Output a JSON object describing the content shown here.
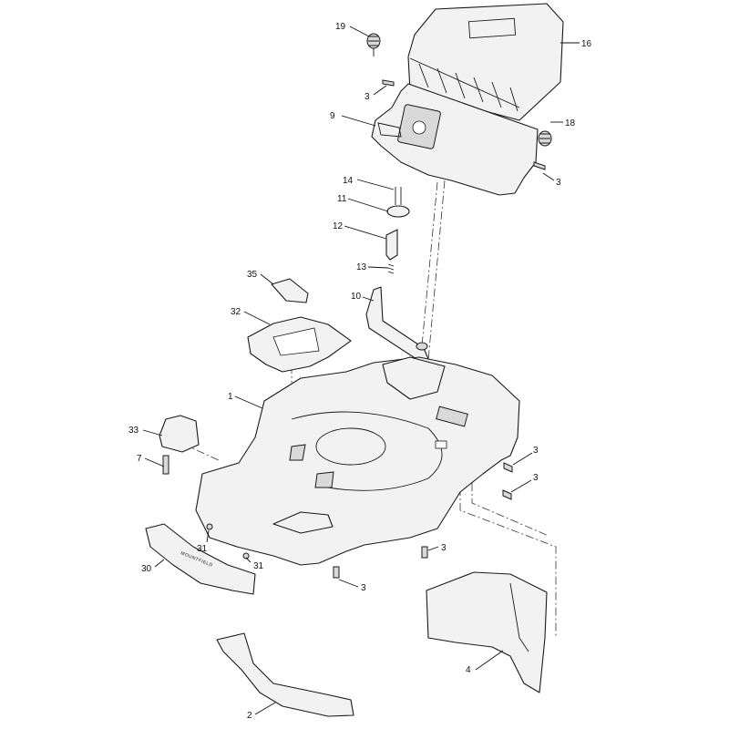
{
  "callouts": [
    {
      "id": "c19",
      "label": "19"
    },
    {
      "id": "c16",
      "label": "16"
    },
    {
      "id": "c3a",
      "label": "3"
    },
    {
      "id": "c9",
      "label": "9"
    },
    {
      "id": "c18",
      "label": "18"
    },
    {
      "id": "c3b",
      "label": "3"
    },
    {
      "id": "c14",
      "label": "14"
    },
    {
      "id": "c11",
      "label": "11"
    },
    {
      "id": "c12",
      "label": "12"
    },
    {
      "id": "c13",
      "label": "13"
    },
    {
      "id": "c35",
      "label": "35"
    },
    {
      "id": "c10",
      "label": "10"
    },
    {
      "id": "c32",
      "label": "32"
    },
    {
      "id": "c1",
      "label": "1"
    },
    {
      "id": "c33",
      "label": "33"
    },
    {
      "id": "c7",
      "label": "7"
    },
    {
      "id": "c3c",
      "label": "3"
    },
    {
      "id": "c3d",
      "label": "3"
    },
    {
      "id": "c31a",
      "label": "31"
    },
    {
      "id": "c3e",
      "label": "3"
    },
    {
      "id": "c30",
      "label": "30"
    },
    {
      "id": "c31b",
      "label": "31"
    },
    {
      "id": "c3f",
      "label": "3"
    },
    {
      "id": "c4",
      "label": "4"
    },
    {
      "id": "c2",
      "label": "2"
    }
  ],
  "bumper_logo_text": "MOUNTFIELD"
}
